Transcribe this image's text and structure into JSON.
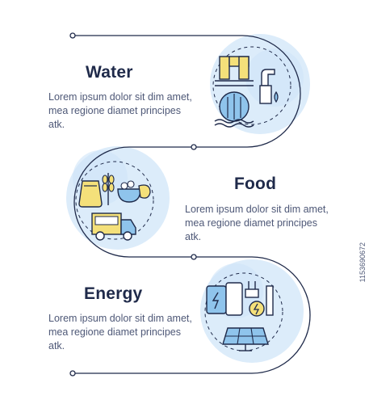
{
  "colors": {
    "accent_light": "#dcecfa",
    "accent_mid": "#b9d9f3",
    "line": "#1f2a4a",
    "icon_yellow": "#f4e07a",
    "icon_blue": "#8fc4ec",
    "text_dark": "#1f2a4a",
    "text_body": "#4e5877"
  },
  "sections": [
    {
      "title": "Water",
      "description": "Lorem ipsum dolor sit dim amet, mea regione diamet principes atk.",
      "icon": "water-infrastructure-icon"
    },
    {
      "title": "Food",
      "description": "Lorem ipsum dolor sit dim amet, mea regione diamet principes atk.",
      "icon": "food-supply-icon"
    },
    {
      "title": "Energy",
      "description": "Lorem ipsum dolor sit dim amet, mea regione diamet principes atk.",
      "icon": "energy-supply-icon"
    }
  ],
  "stock_id": "1153690672"
}
